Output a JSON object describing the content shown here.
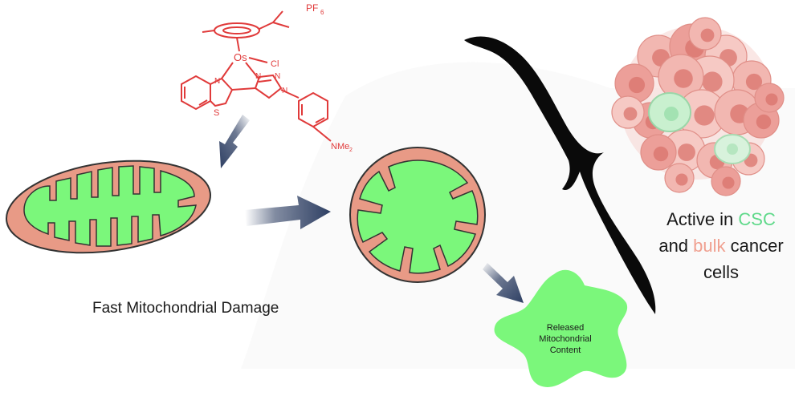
{
  "molecule": {
    "counterion": "PF",
    "counterion_sub": "6",
    "metal": "Os",
    "ligand_cl": "Cl",
    "atom_s": "S",
    "atom_n": "N",
    "amine": "NMe",
    "amine_sub": "2"
  },
  "captions": {
    "damage": "Fast Mitochondrial Damage",
    "released_1": "Released",
    "released_2": "Mitochondrial",
    "released_3": "Content",
    "active_1_a": "Active in ",
    "active_1_b": "CSC",
    "active_2_a": "and ",
    "active_2_b": "bulk",
    "active_2_c": " cancer",
    "active_3": "cells"
  },
  "colors": {
    "chem_red": "#e03a3a",
    "membrane": "#e89a86",
    "matrix_green": "#7bf77b",
    "arrow_navy": "#2e3f63",
    "csc_green": "#5fd98a",
    "bulk_pink": "#f0a090"
  }
}
